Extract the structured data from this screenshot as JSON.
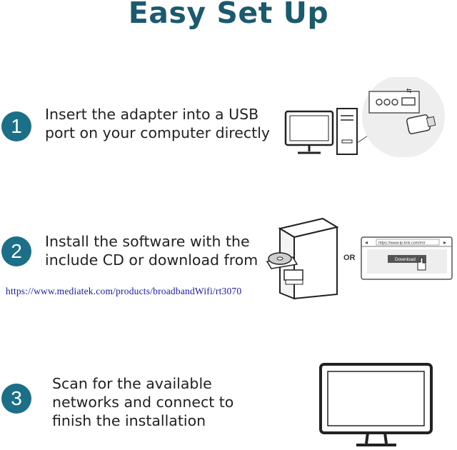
{
  "title": "Easy Set Up",
  "steps": [
    {
      "number": "1",
      "line1": "Insert the adapter into a USB",
      "line2": "port on your computer directly"
    },
    {
      "number": "2",
      "line1": "Install the software with the",
      "line2": "include CD or download from"
    },
    {
      "number": "3",
      "line1": "Scan for the available",
      "line2": "networks and connect to",
      "line3": "finish the installation"
    }
  ],
  "download_url": "https://www.mediatek.com/products/broadbandWifi/rt3070",
  "or_label": "OR",
  "browser": {
    "address": "https://www.tp-link.com/en/",
    "download_button": "Download"
  },
  "colors": {
    "title": "#1b5a6e",
    "step_circle": "#1b6f86",
    "link": "#1a1aa6"
  }
}
